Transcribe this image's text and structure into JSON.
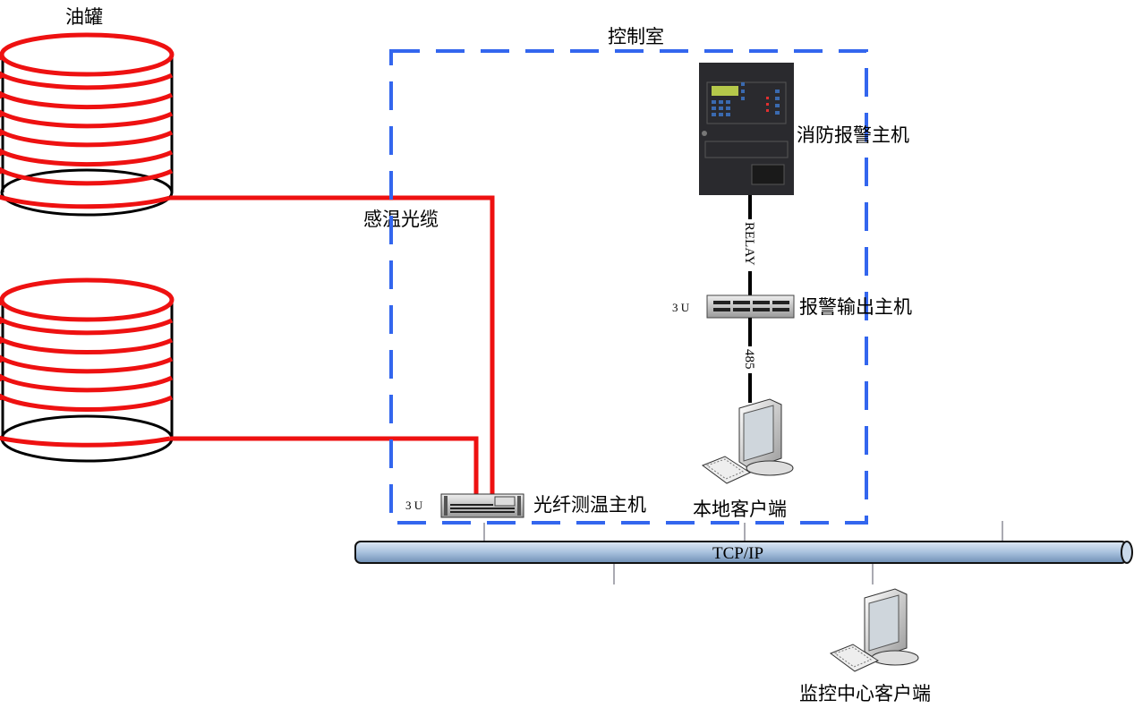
{
  "labels": {
    "oil_tank": "油罐",
    "control_room": "控制室",
    "sensing_cable": "感温光缆",
    "fire_alarm_host": "消防报警主机",
    "relay": "RELAY",
    "alarm_output_host": "报警输出主机",
    "rs485": "485",
    "local_client": "本地客户端",
    "fiber_temp_host": "光纤测温主机",
    "rack_unit_1": "3 U",
    "rack_unit_2": "3 U",
    "network": "TCP/IP",
    "monitor_center_client": "监控中心客户端"
  },
  "colors": {
    "cable": "#ee1111",
    "control_room_border": "#3366ee",
    "pipe": "#9db8d6"
  }
}
